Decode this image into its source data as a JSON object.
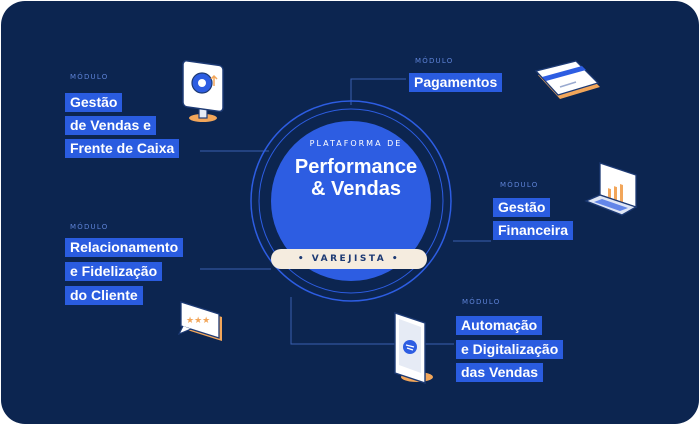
{
  "center": {
    "subtitle": "PLATAFORMA DE",
    "title_line1": "Performance",
    "title_line2": "& Vendas",
    "pill": "• VAREJISTA •"
  },
  "modules": [
    {
      "module_label": "MÓDULO",
      "lines": [
        "Gestão",
        "de Vendas e",
        "Frente de Caixa"
      ]
    },
    {
      "module_label": "MÓDULO",
      "lines": [
        "Pagamentos"
      ]
    },
    {
      "module_label": "MÓDULO",
      "lines": [
        "Gestão",
        "Financeira"
      ]
    },
    {
      "module_label": "MÓDULO",
      "lines": [
        "Relacionamento",
        "e Fidelização",
        "do Cliente"
      ]
    },
    {
      "module_label": "MÓDULO",
      "lines": [
        "Automação",
        "e Digitalização",
        "das Vendas"
      ]
    }
  ],
  "icons": [
    "pos-terminal-icon",
    "credit-card-icon",
    "laptop-chart-icon",
    "rating-chat-icon",
    "mobile-shopping-icon"
  ],
  "colors": {
    "background": "#0c2550",
    "label_blue": "#2a5ce0",
    "circle_blue": "#2d5de2",
    "pill_cream": "#f5ecdf",
    "accent_orange": "#f2a65a"
  }
}
